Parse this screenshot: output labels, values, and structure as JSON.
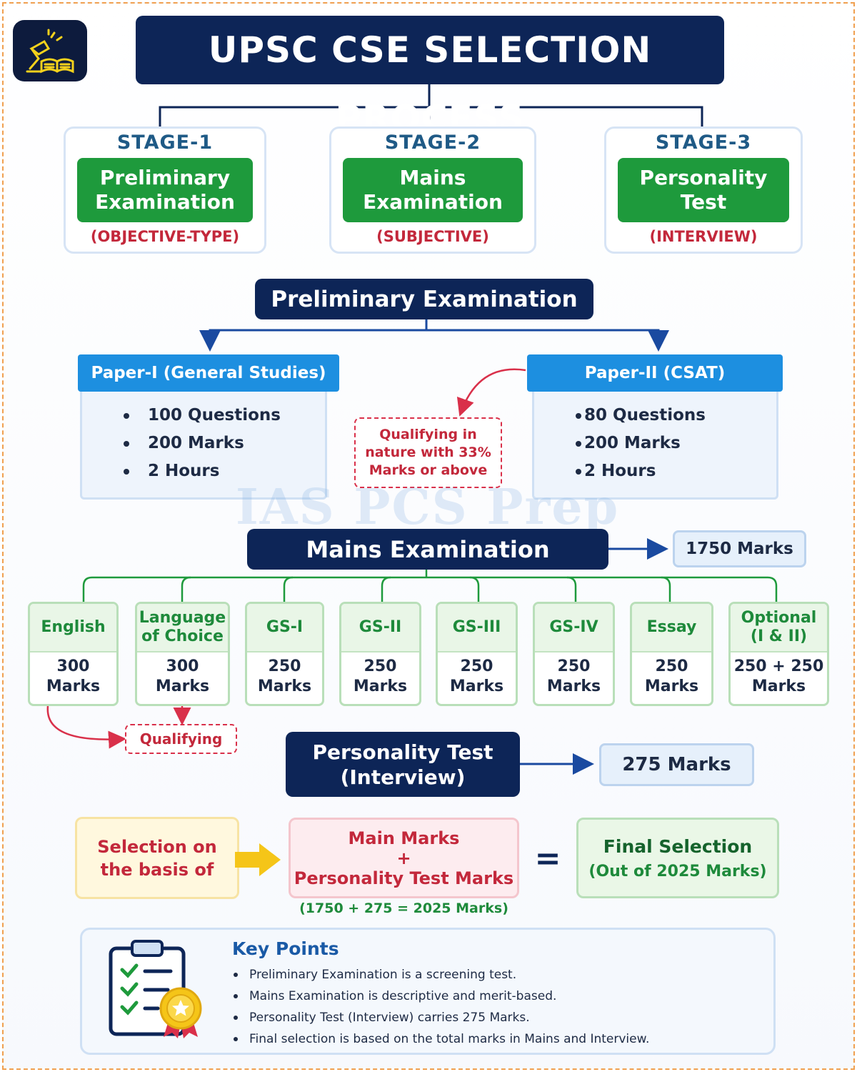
{
  "title": "UPSC CSE SELECTION PROCESS",
  "stages": [
    {
      "label": "STAGE-1",
      "name": "Preliminary\nExamination",
      "type": "(OBJECTIVE-TYPE)"
    },
    {
      "label": "STAGE-2",
      "name": "Mains\nExamination",
      "type": "(SUBJECTIVE)"
    },
    {
      "label": "STAGE-3",
      "name": "Personality\nTest",
      "type": "(INTERVIEW)"
    }
  ],
  "prelims": {
    "title": "Preliminary Examination",
    "paper1": {
      "title": "Paper-I (General Studies)",
      "items": [
        "100 Questions",
        "200 Marks",
        "2 Hours"
      ]
    },
    "paper2": {
      "title": "Paper-II (CSAT)",
      "items": [
        "80 Questions",
        "200 Marks",
        "2 Hours"
      ]
    },
    "qualifying_note": "Qualifying in\nnature with 33%\nMarks or above"
  },
  "watermark": "IAS PCS Prep",
  "mains": {
    "title": "Mains Examination",
    "total": "1750 Marks",
    "papers": [
      {
        "name": "English",
        "marks": "300\nMarks"
      },
      {
        "name": "Language\nof Choice",
        "marks": "300\nMarks"
      },
      {
        "name": "GS-I",
        "marks": "250\nMarks"
      },
      {
        "name": "GS-II",
        "marks": "250\nMarks"
      },
      {
        "name": "GS-III",
        "marks": "250\nMarks"
      },
      {
        "name": "GS-IV",
        "marks": "250\nMarks"
      },
      {
        "name": "Essay",
        "marks": "250\nMarks"
      },
      {
        "name": "Optional\n(I & II)",
        "marks": "250 + 250\nMarks"
      }
    ],
    "qualifying": "Qualifying"
  },
  "interview": {
    "title": "Personality Test\n(Interview)",
    "marks": "275 Marks"
  },
  "formula": {
    "basis": "Selection on\nthe basis of",
    "main": "Main Marks",
    "plus": "+",
    "pt": "Personality Test Marks",
    "calc": "(1750 + 275 = 2025 Marks)",
    "equals": "=",
    "final_title": "Final Selection",
    "final_sub": "(Out of 2025 Marks)"
  },
  "key_points": {
    "title": "Key Points",
    "items": [
      "Preliminary Examination is a screening test.",
      "Mains Examination is descriptive and merit-based.",
      "Personality Test (Interview) carries 275 Marks.",
      "Final selection is based on the total marks in Mains and Interview."
    ]
  },
  "colors": {
    "navy": "#0d2557",
    "green": "#1e9a3c",
    "blue": "#1d8fe0",
    "red": "#c3283b",
    "yellow": "#f5c518"
  }
}
